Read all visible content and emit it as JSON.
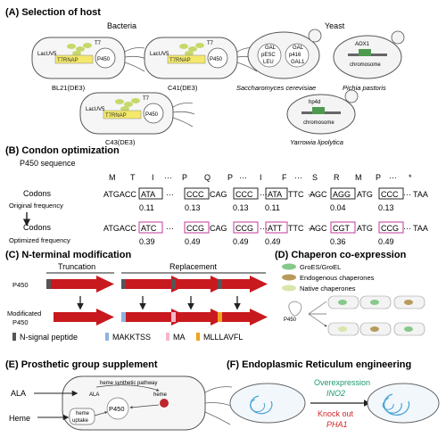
{
  "panels": {
    "a": {
      "title": "(A)  Selection of host",
      "bacteria_label": "Bacteria",
      "yeast_label": "Yeast",
      "strains": [
        "BL21(DE3)",
        "C41(DE3)",
        "C43(DE3)"
      ],
      "bact_labels": {
        "lacuv5": "LacUV5",
        "t7rnap": "T7RNAP",
        "t7": "T7",
        "p450": "P450"
      },
      "yeasts": [
        "Saccharomyces cerevisiae",
        "Pichia pastoris",
        "Yarrowia lipolytica"
      ],
      "sc_labels": [
        "GAL",
        "pESC",
        "LEU",
        "GAL",
        "p416",
        "GAL1"
      ],
      "pp_labels": [
        "AOX1",
        "chromosome"
      ],
      "yl_labels": [
        "hp4d",
        "chromosome"
      ]
    },
    "b": {
      "title": "(B)  Condon optimization",
      "seq_label": "P450 sequence",
      "aa": [
        "M",
        "T",
        "I",
        "···",
        "P",
        "Q",
        "P",
        "···",
        "I",
        "F",
        "···",
        "S",
        "R",
        "M",
        "P",
        "···",
        "*"
      ],
      "codons_label": "Codons",
      "orig_label": "Original frequency",
      "opt_label": "Optimized frequency",
      "orig_seq": [
        "ATGACC",
        "ATA",
        "···",
        "CCC",
        "CAG",
        "CCC",
        "···",
        "ATA",
        "TTC",
        "···",
        "AGC",
        "AGG",
        "ATG",
        "CCC",
        "···",
        "TAA"
      ],
      "orig_freq": [
        "0.11",
        "0.13",
        "0.13",
        "0.11",
        "0.04",
        "0.13"
      ],
      "opt_seq": [
        "ATGACC",
        "ATC",
        "···",
        "CCG",
        "CAG",
        "CCG",
        "···",
        "ATT",
        "TTC",
        "···",
        "AGC",
        "CGT",
        "ATG",
        "CCG",
        "···",
        "TAA"
      ],
      "opt_freq": [
        "0.39",
        "0.49",
        "0.49",
        "0.49",
        "0.36",
        "0.49"
      ]
    },
    "c": {
      "title": "(C)  N-terminal modification",
      "truncation": "Truncation",
      "replacement": "Replacement",
      "p450": "P450",
      "modificated": "Modificated",
      "p450b": "P450",
      "legend": [
        "N-signal peptide",
        "MAKKTSS",
        "MA",
        "MLLLAVFL"
      ],
      "legend_colors": [
        "#555555",
        "#8fb3e0",
        "#f3b8c8",
        "#f1a21d"
      ]
    },
    "d": {
      "title": "(D)  Chaperon co-expression",
      "legend": [
        "GroES/GroEL",
        "Endogenous chaperones",
        "Native chaperones"
      ],
      "legend_colors": [
        "#86c98a",
        "#b89a5a",
        "#d8e7a9"
      ],
      "p450": "P450"
    },
    "e": {
      "title": "(E)  Prosthetic group supplement",
      "ala": "ALA",
      "ala_inner": "ALA",
      "pathway": "heme synthetic pathway",
      "heme": "heme",
      "heme_out": "Heme",
      "uptake": [
        "heme",
        "uptake"
      ],
      "p450": "P450"
    },
    "f": {
      "title": "(F)  Endoplasmic Reticulum engineering",
      "over": "Overexpression",
      "ino2": "INO2",
      "ko": "Knock out",
      "pha1": "PHA1",
      "colors": {
        "over": "#1a9a6c",
        "ko": "#d2262a"
      }
    }
  }
}
